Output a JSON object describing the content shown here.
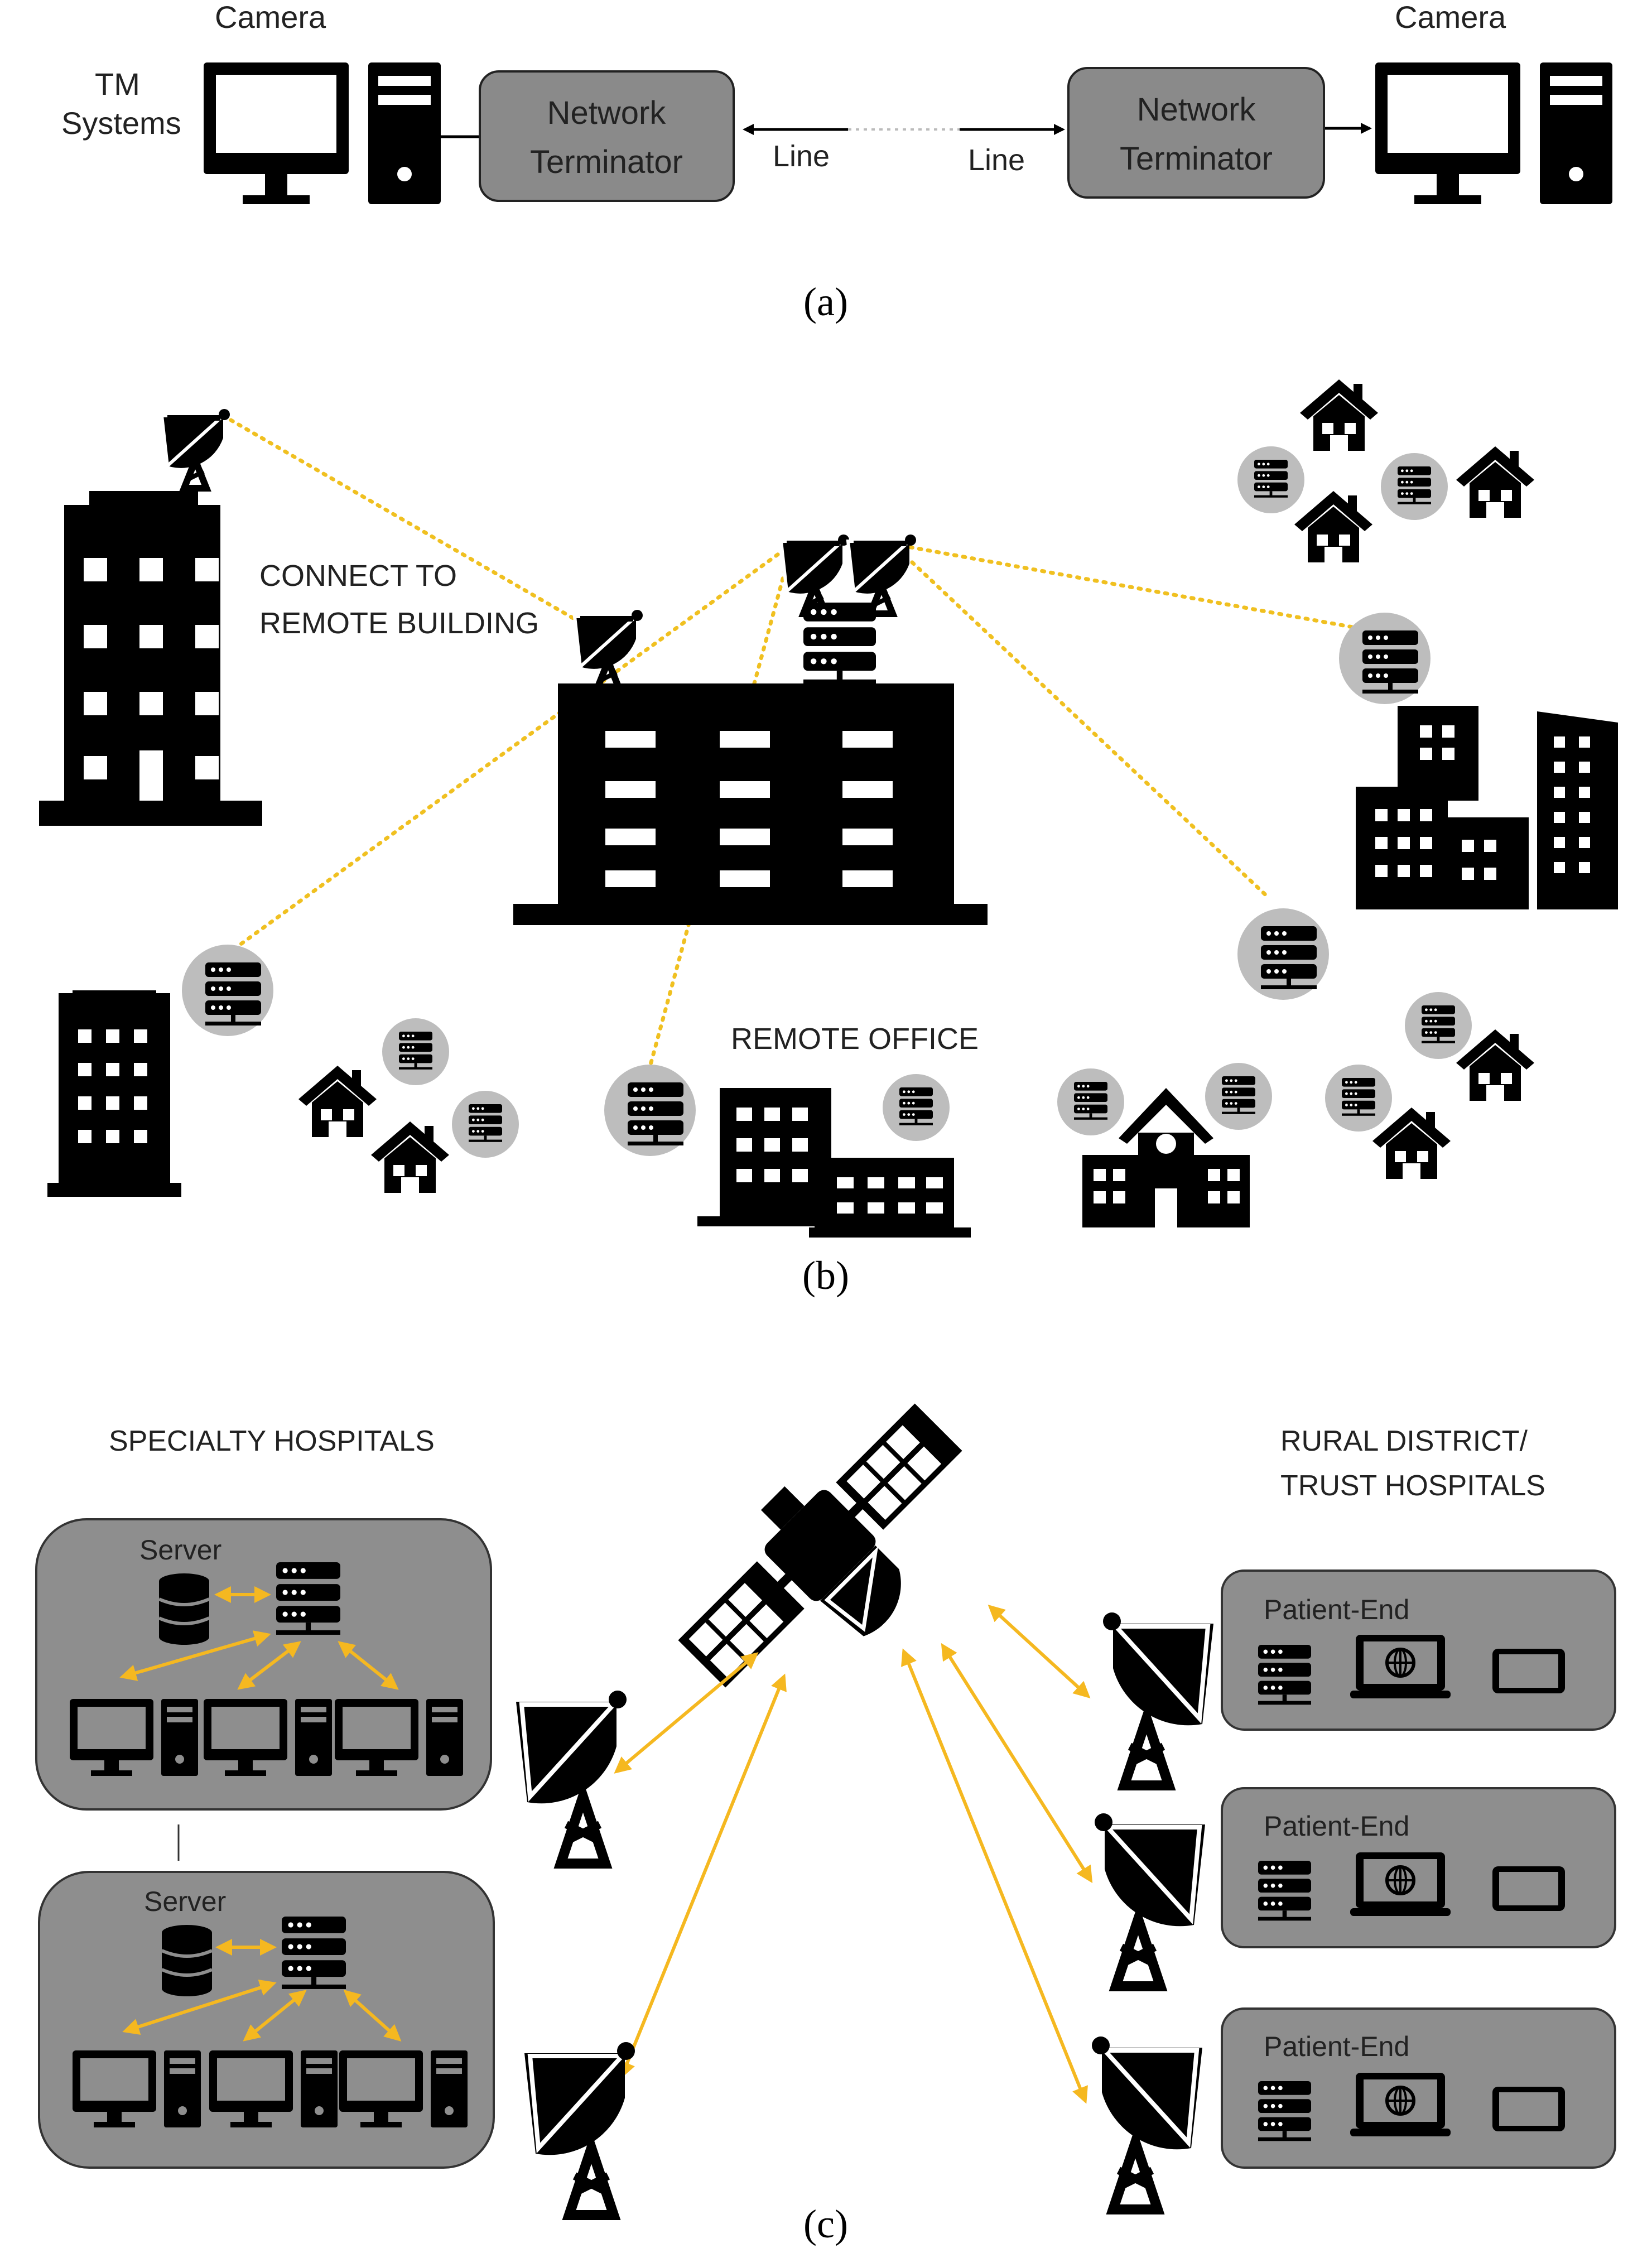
{
  "colors": {
    "icon": "#000000",
    "terminator_fill": "#8a8a8a",
    "server_badge": "#bdbdbd",
    "link_yellow": "#f0c020",
    "panel_fill": "#8e8e8e",
    "panel_border": "#333333"
  },
  "panel_a": {
    "caption": "(a)",
    "left_label_line1": "TM",
    "left_label_line2": "Systems",
    "camera_left": "Camera",
    "camera_right": "Camera",
    "terminator_left_line1": "Network",
    "terminator_left_line2": "Terminator",
    "terminator_right_line1": "Network",
    "terminator_right_line2": "Terminator",
    "line_left": "Line",
    "line_right": "Line"
  },
  "panel_b": {
    "caption": "(b)",
    "connect_line1": "CONNECT TO",
    "connect_line2": "REMOTE BUILDING",
    "remote_office": "REMOTE OFFICE"
  },
  "panel_c": {
    "caption": "(c)",
    "specialty": "SPECIALTY HOSPITALS",
    "rural_line1": "RURAL DISTRICT/",
    "rural_line2": "TRUST HOSPITALS",
    "server_1": "Server",
    "server_2": "Server",
    "patient_1": "Patient-End",
    "patient_2": "Patient-End",
    "patient_3": "Patient-End"
  }
}
